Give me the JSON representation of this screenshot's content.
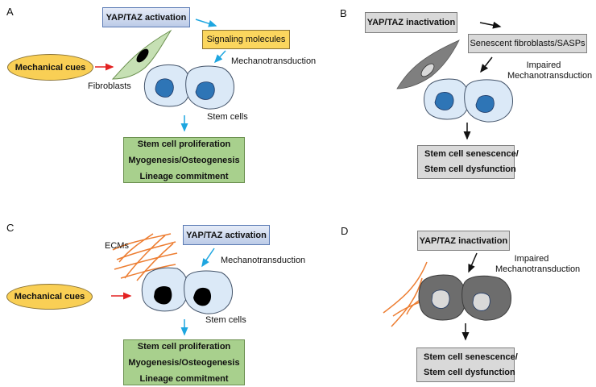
{
  "figure": {
    "colors": {
      "yap_activation_fill": "#c9d5ee",
      "yap_activation_border": "#5b7bb4",
      "signaling_fill": "#fbd65e",
      "gray_box_fill": "#d9d9d9",
      "outcome_fill": "#a8d08d",
      "mechanical_cues_fill": "#f9cf55",
      "fibroblast_fill": "#c6e0b4",
      "senescent_fibroblast_fill": "#7f7f7f",
      "stem_cell_fill": "#dbe9f7",
      "nucleus_active": "#2e75b6",
      "nucleus_black": "#000000",
      "senescent_cell_fill": "#6d6d6d",
      "senescent_nucleus": "#d9d9d9",
      "ecm_fiber": "#ed7d31",
      "arrow_blue": "#1ea6e0",
      "arrow_red": "#e32222",
      "arrow_black": "#111111"
    },
    "panels": {
      "A": {
        "label": "A",
        "yap_box": "YAP/TAZ activation",
        "signaling_box": "Signaling molecules",
        "mechanotransduction": "Mechanotransduction",
        "mechanical_cues": "Mechanical cues",
        "fibroblasts": "Fibroblasts",
        "stem_cells": "Stem cells",
        "outcomes": [
          "Stem cell proliferation",
          "Myogenesis/Osteogenesis",
          "Lineage commitment"
        ]
      },
      "B": {
        "label": "B",
        "yap_box": "YAP/TAZ inactivation",
        "senescent_box": "Senescent fibroblasts/SASPs",
        "impaired_line1": "Impaired",
        "impaired_line2": "Mechanotransduction",
        "outcomes": [
          "Stem cell senescence/",
          "Stem cell dysfunction"
        ]
      },
      "C": {
        "label": "C",
        "ecms": "ECMs",
        "yap_box": "YAP/TAZ activation",
        "mechanotransduction": "Mechanotransduction",
        "mechanical_cues": "Mechanical cues",
        "stem_cells": "Stem cells",
        "outcomes": [
          "Stem cell proliferation",
          "Myogenesis/Osteogenesis",
          "Lineage commitment"
        ]
      },
      "D": {
        "label": "D",
        "yap_box": "YAP/TAZ inactivation",
        "impaired_line1": "Impaired",
        "impaired_line2": "Mechanotransduction",
        "outcomes": [
          "Stem cell senescence/",
          "Stem cell dysfunction"
        ]
      }
    }
  }
}
